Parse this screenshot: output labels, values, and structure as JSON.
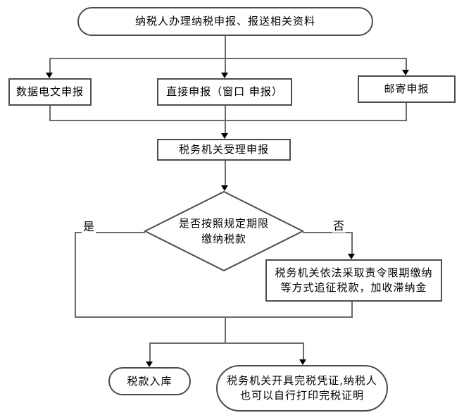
{
  "diagram": {
    "colors": {
      "background": "#ffffff",
      "line": "#6b6b6b",
      "node_border": "#4d4d4d",
      "arrow": "#000000",
      "text": "#000000"
    },
    "nodes": {
      "start": {
        "shape": "terminator",
        "label": "纳税人办理纳税申报、报送相关资料"
      },
      "electronic_filing": {
        "shape": "process",
        "label": "数据电文申报"
      },
      "direct_filing": {
        "shape": "process",
        "label": "直接申报（窗口 申报）"
      },
      "mail_filing": {
        "shape": "process",
        "label": "邮寄申报"
      },
      "accept": {
        "shape": "process",
        "label": "税务机关受理申报"
      },
      "decision": {
        "shape": "decision",
        "label_line1": "是否按照规定期限",
        "label_line2": "缴纳税款"
      },
      "pursue": {
        "shape": "process",
        "label_line1": "税务机关依法采取责令限期缴纳",
        "label_line2": "等方式追征税款，加收滞纳金"
      },
      "treasury": {
        "shape": "terminator",
        "label": "税款入库"
      },
      "certificate": {
        "shape": "terminator",
        "label_line1": "税务机关开具完税凭证,纳税人",
        "label_line2": "也可以自行打印完税证明"
      }
    },
    "edge_labels": {
      "yes": "是",
      "no": "否"
    }
  }
}
